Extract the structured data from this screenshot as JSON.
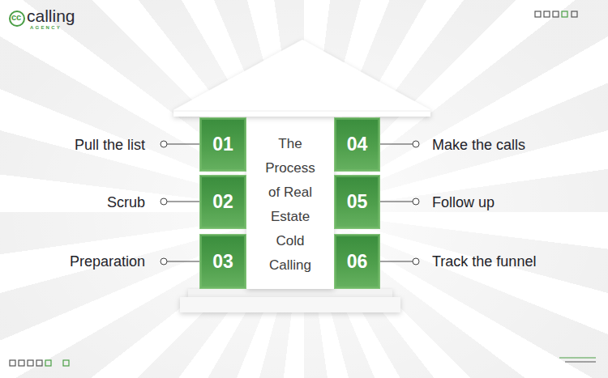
{
  "diagram": {
    "title": "The Process of Real Estate Cold Calling",
    "nodes": [
      {
        "text": [
          "01",
          "Pull the list"
        ]
      },
      {
        "text": [
          "02",
          "Scrub"
        ]
      },
      {
        "text": [
          "03",
          "Preparation"
        ]
      },
      {
        "text": [
          "04",
          "Make the calls"
        ]
      },
      {
        "text": [
          "05",
          "Follow up"
        ]
      },
      {
        "text": [
          "06",
          "Track the funnel"
        ]
      }
    ],
    "edges": [],
    "labels": [
      "cc",
      "calling",
      "AGENCY"
    ]
  }
}
